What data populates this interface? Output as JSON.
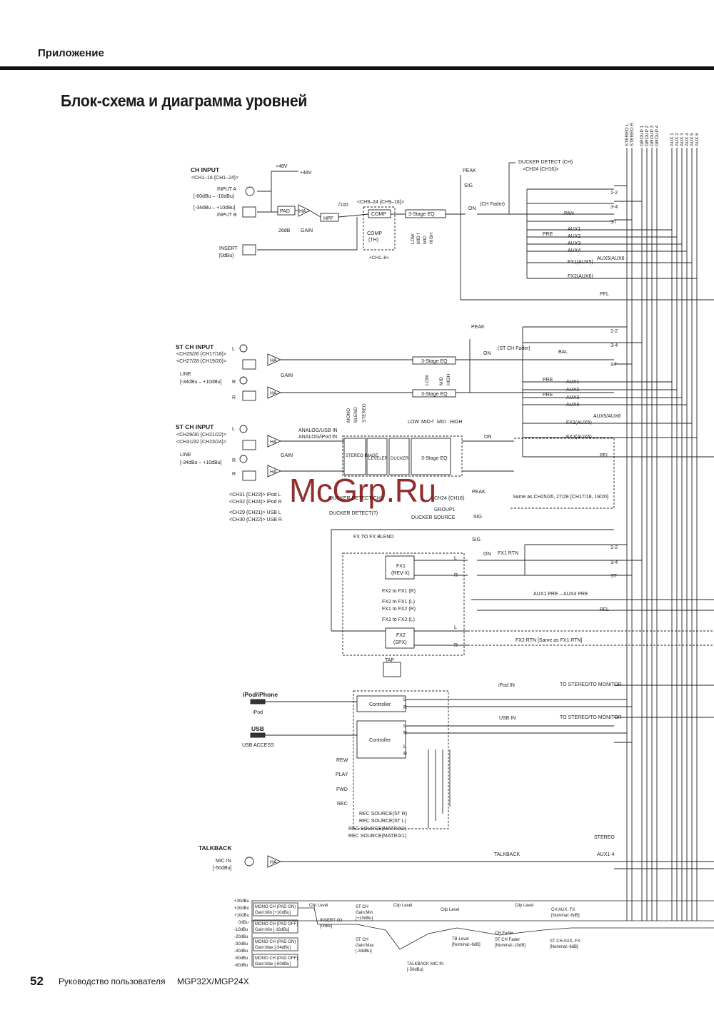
{
  "header": {
    "section": "Приложение",
    "title": "Блок-схема и диаграмма уровней"
  },
  "bus_labels": [
    "STEREO L",
    "STEREO R",
    "GROUP 1",
    "GROUP 2",
    "GROUP 3",
    "GROUP 4",
    "AUX 1",
    "AUX 2",
    "AUX 3",
    "AUX 4",
    "AUX 5",
    "AUX 6"
  ],
  "ch_input": {
    "title": "CH INPUT",
    "channels": "<CH1–16 {CH1–24}>",
    "phantom": "+48V",
    "input_a": "INPUT A",
    "input_a_range": "[-60dBu – -16dBu]",
    "input_b_range": "[-34dBu – +10dBu]",
    "input_b": "INPUT B",
    "pad": "PAD",
    "pad_value": "26dB",
    "ha": "HA",
    "gain": "GAIN",
    "hpf": "HPF",
    "hpf_value": "/100",
    "comp_channels": "<CH9–24 {CH9–16}>",
    "comp": "COMP",
    "comp_th": "COMP\n(TH)",
    "comp_th_l1": "COMP",
    "comp_th_l2": "(TH)",
    "eq": "3-Stage EQ",
    "eq_bands": [
      "LOW",
      "MID f",
      "MID",
      "HIGH"
    ],
    "ch_sub": "<CH1–8>",
    "insert": "INSERT",
    "insert_level": "[0dBu]",
    "peak": "PEAK",
    "sig": "SIG",
    "on": "ON",
    "fader": "(CH Fader)",
    "ducker_detect": "DUCKER DETECT (CH)",
    "ducker_detect_ch": "<CH24 {CH16}>",
    "pan": "PAN",
    "pre": "PRE",
    "aux": [
      "AUX1",
      "AUX2",
      "AUX3",
      "AUX4"
    ],
    "fx1": "FX1(AUX5)",
    "fx2": "FX2(AUX6)",
    "aux56": "AUX5/AUX6",
    "pfl": "PFL",
    "routes": [
      "1-2",
      "3-4",
      "ST"
    ]
  },
  "st_ch_input_1": {
    "title": "ST CH INPUT",
    "ch_a": "<CH25/26 {CH17/18}>",
    "ch_b": "<CH27/28 {CH19/20}>",
    "l": "L",
    "r": "R",
    "line": "LINE",
    "line_range": "[-34dBu – +10dBu]",
    "ha": "HA",
    "gain": "GAIN",
    "eq": "3-Stage EQ",
    "eq_bands": [
      "LOW",
      "MID",
      "HIGH"
    ],
    "peak": "PEAK",
    "on": "ON",
    "fader": "(ST CH Fader)",
    "bal": "BAL",
    "pre": "PRE",
    "aux": [
      "AUX1",
      "AUX2",
      "AUX3",
      "AUX4"
    ],
    "fx1": "FX1(AUX5)",
    "fx2": "FX2(AUX6)",
    "aux56": "AUX5/AUX6",
    "pfl": "PFL",
    "routes": [
      "1-2",
      "3-4",
      "ST"
    ]
  },
  "st_ch_input_2": {
    "title": "ST CH INPUT",
    "ch_a": "<CH29/30 {CH21/22}>",
    "ch_b": "<CH31/32 {CH23/24}>",
    "l": "L",
    "r": "R",
    "line": "LINE",
    "line_range": "[-34dBu – +10dBu]",
    "ha": "HA",
    "gain": "GAIN",
    "analog_usb": "ANALOG/USB IN",
    "analog_ipod": "ANALOG/iPod IN",
    "modes": [
      "MONO",
      "BLEND",
      "STEREO"
    ],
    "eq_bands": [
      "LOW",
      "MID-f",
      "MID",
      "HIGH"
    ],
    "stereo_image": "STEREO IMAGE",
    "leveler": "LEVELER",
    "ducker": "DUCKER",
    "eq": "3-Stage EQ",
    "on": "ON",
    "peak": "PEAK",
    "sig": "SIG",
    "ipod_l": "<CH31 {CH23}> iPod L",
    "ipod_r": "<CH32 {CH24}> iPod R",
    "usb_l": "<CH29 {CH21}> USB L",
    "usb_r": "<CH30 {CH22}> USB R",
    "ducker_detect_1": "DUCKER DETECT(CH)",
    "ducker_detect_2": "DUCKER DETECT(?)",
    "ducker_ch": "CH24 {CH16}",
    "group1": "GROUP1",
    "ducker_source": "DUCKER SOURCE",
    "same_as": "Same as CH25/26, 27/28 {CH17/18, 19/20}"
  },
  "fx": {
    "fx_blend": "FX TO FX BLEND",
    "fx1": "FX1",
    "fx1_type": "(REV-X)",
    "fx2": "FX2",
    "fx2_type": "(SPX)",
    "fx2_to_fx1_r": "FX2 to FX1 (R)",
    "fx2_to_fx1_l": "FX2 to FX1 (L)",
    "fx1_to_fx2_r": "FX1 to FX2 (R)",
    "fx1_to_fx2_l": "FX1 to FX2 (L)",
    "l": "L",
    "r": "R",
    "sig": "SIG",
    "on": "ON",
    "fx1_rtn": "FX1 RTN",
    "aux_pre": "AUX1 PRE – AUX4 PRE",
    "pfl": "PFL",
    "fx2_rtn": "FX2 RTN [Same as FX1 RTN]",
    "tap": "TAP",
    "routes": [
      "1-2",
      "3-4",
      "ST"
    ]
  },
  "ipod_usb": {
    "ipod_title": "iPod/iPhone",
    "ipod": "iPod",
    "usb_title": "USB",
    "usb_access": "USB ACCESS",
    "controller": "Controller",
    "l": "L",
    "r": "R",
    "ipod_in": "iPod IN",
    "usb_in": "USB IN",
    "to_stereo": "TO STEREO/TO MONITOR",
    "transport": [
      "REW",
      "PLAY",
      "FWD",
      "REC"
    ],
    "rec_sources": [
      "REC SOURCE(ST R)",
      "REC SOURCE(ST L)",
      "REC SOURCE(MATRIX2)",
      "REC SOURCE(MATRIX1)"
    ]
  },
  "talkback": {
    "title": "TALKBACK",
    "mic_in": "MIC IN",
    "level": "[-50dBu]",
    "ha": "HA",
    "label": "TALKBACK",
    "stereo": "STEREO",
    "aux": "AUX1-4"
  },
  "level_diagram": {
    "scale": [
      "+30dBu",
      "+20dBu",
      "+10dBu",
      "0dBu",
      "-10dBu",
      "-20dBu",
      "-30dBu",
      "-40dBu",
      "-50dBu",
      "-60dBu"
    ],
    "boxes": [
      [
        "MONO CH (PAD ON)",
        "Gain:Min [+10dBu]"
      ],
      [
        "MONO CH (PAD OFF)",
        "Gain:Min [-16dBu]"
      ],
      [
        "MONO CH (PAD ON)",
        "Gain:Max [-34dBu]"
      ],
      [
        "MONO CH (PAD OFF)",
        "Gain:Max [-60dBu]"
      ]
    ],
    "clip": "Clip Level",
    "insert_io": "INSERT I/O",
    "insert_level": "[0dBu]",
    "st_ch_min": [
      "ST CH",
      "Gain:Min",
      "[+10dBu]"
    ],
    "st_ch_max": [
      "ST CH",
      "Gain:Max",
      "[-34dBu]"
    ],
    "talkback_mic": [
      "TALKBACK MIC IN",
      "[-50dBu]"
    ],
    "tb_level": [
      "TB Level",
      "[Nominal:-6dB]"
    ],
    "ch_fader": [
      "CH Fader",
      "ST CH Fader",
      "[Nominal:-10dB]"
    ],
    "ch_aux_fx": [
      "CH AUX, FX",
      "[Nominal:-6dB]"
    ],
    "st_ch_aux_fx": [
      "ST CH AUX, FX",
      "[Nominal:-6dB]"
    ]
  },
  "footer": {
    "page": "52",
    "guide": "Руководство пользователя",
    "model": "MGP32X/MGP24X"
  },
  "watermark": "McGrp.Ru"
}
